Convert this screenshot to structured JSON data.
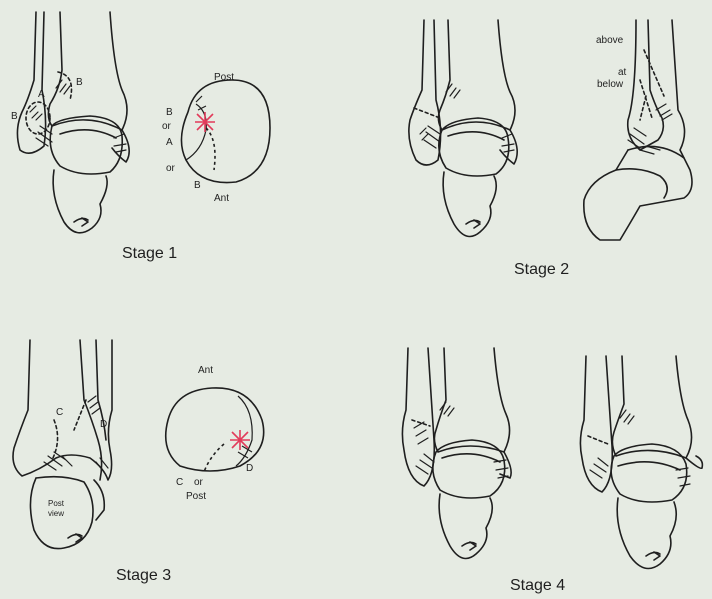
{
  "panels": [
    {
      "caption": "Stage 1",
      "labels": {
        "b_small": "B",
        "a": "A",
        "b_outer": "B",
        "post": "Post",
        "b_prime": "B",
        "or1": "or",
        "a_top": "A",
        "or2": "or",
        "b_bottom": "B",
        "ant": "Ant"
      }
    },
    {
      "caption": "Stage 2",
      "labels": {
        "above": "above",
        "at": "at",
        "below": "below"
      }
    },
    {
      "caption": "Stage 3",
      "labels": {
        "ant": "Ant",
        "c": "C",
        "d": "D",
        "post_view_1": "Post",
        "post_view_2": "view",
        "c_bottom": "C",
        "or": "or",
        "post": "Post",
        "d_bottom": "D"
      }
    },
    {
      "caption": "Stage 4",
      "labels": {}
    }
  ],
  "colors": {
    "background": "#e6ebe3",
    "ink": "#1f1f1f",
    "injury_marker": "#e23a5a"
  }
}
